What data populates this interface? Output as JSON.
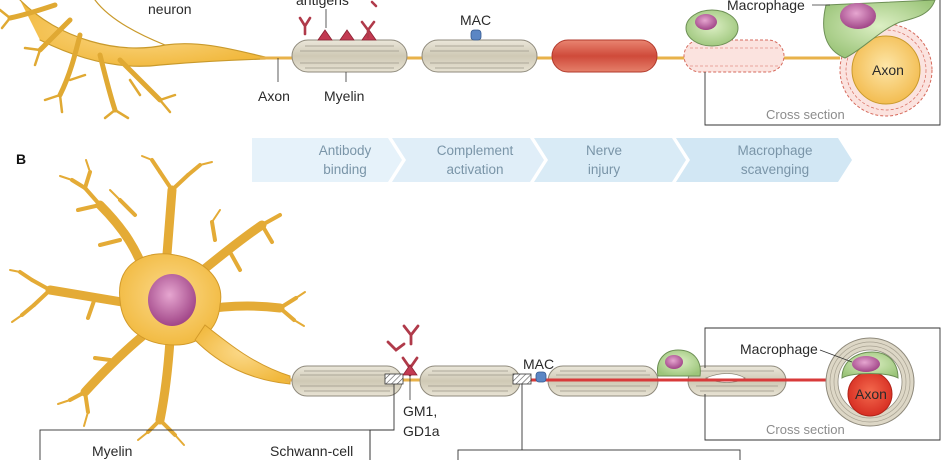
{
  "panel_a": {
    "neuron_label": "neuron",
    "antigens_label": "antigens",
    "mac_label": "MAC",
    "macrophage_label": "Macrophage",
    "axon_label": "Axon",
    "myelin_label": "Myelin",
    "axon_inner_label": "Axon",
    "cross_section_label": "Cross section"
  },
  "panel_b": {
    "panel_letter": "B",
    "steps": [
      {
        "line1": "Antibody",
        "line2": "binding"
      },
      {
        "line1": "Complement",
        "line2": "activation"
      },
      {
        "line1": "Nerve",
        "line2": "injury"
      },
      {
        "line1": "Macrophage",
        "line2": "scavenging"
      }
    ],
    "mac_label": "MAC",
    "gm1_label": "GM1,",
    "gd1a_label": "GD1a",
    "macrophage_label": "Macrophage",
    "axon_inner_label": "Axon",
    "cross_section_label": "Cross section",
    "myelin_label": "Myelin",
    "schwann_label": "Schwann-cell"
  },
  "colors": {
    "neuron_fill": "#f6c453",
    "neuron_stroke": "#c99a2c",
    "nucleus": "#b85a9a",
    "myelin_fill": "#d9d4c4",
    "myelin_stroke": "#8f8a7c",
    "damaged": "#d85a4a",
    "axon_line_b": "#d83a3a",
    "macrophage_fill": "#b7d49a",
    "macrophage_nucleus": "#a04a8a",
    "antibody": "#b03a4a",
    "mac_blue": "#5b86c4",
    "step_arrow": "#dcecf6"
  }
}
